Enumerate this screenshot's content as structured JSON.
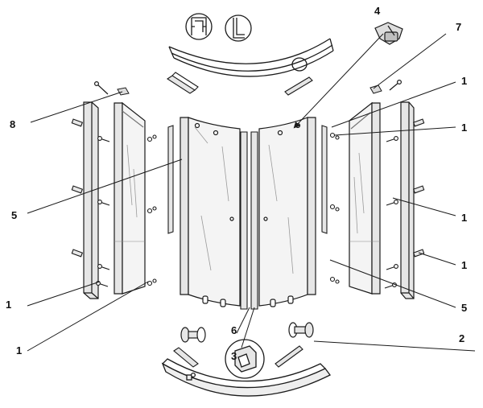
{
  "diagram": {
    "colors": {
      "line": "#1a1a1a",
      "glass": "#f4f4f4",
      "glass_edge": "#555555",
      "profile": "#e6e6e6",
      "shadow": "#bdbdbd"
    },
    "callouts": [
      {
        "id": "c4",
        "text": "4"
      },
      {
        "id": "c7",
        "text": "7"
      },
      {
        "id": "c8",
        "text": "8"
      },
      {
        "id": "c1a",
        "text": "1"
      },
      {
        "id": "c1b",
        "text": "1"
      },
      {
        "id": "c5a",
        "text": "5"
      },
      {
        "id": "c1c",
        "text": "1"
      },
      {
        "id": "c1d",
        "text": "1"
      },
      {
        "id": "c5b",
        "text": "5"
      },
      {
        "id": "c1e",
        "text": "1"
      },
      {
        "id": "c6",
        "text": "6"
      },
      {
        "id": "c2",
        "text": "2"
      },
      {
        "id": "c1f",
        "text": "1"
      },
      {
        "id": "c3",
        "text": "3"
      }
    ]
  }
}
